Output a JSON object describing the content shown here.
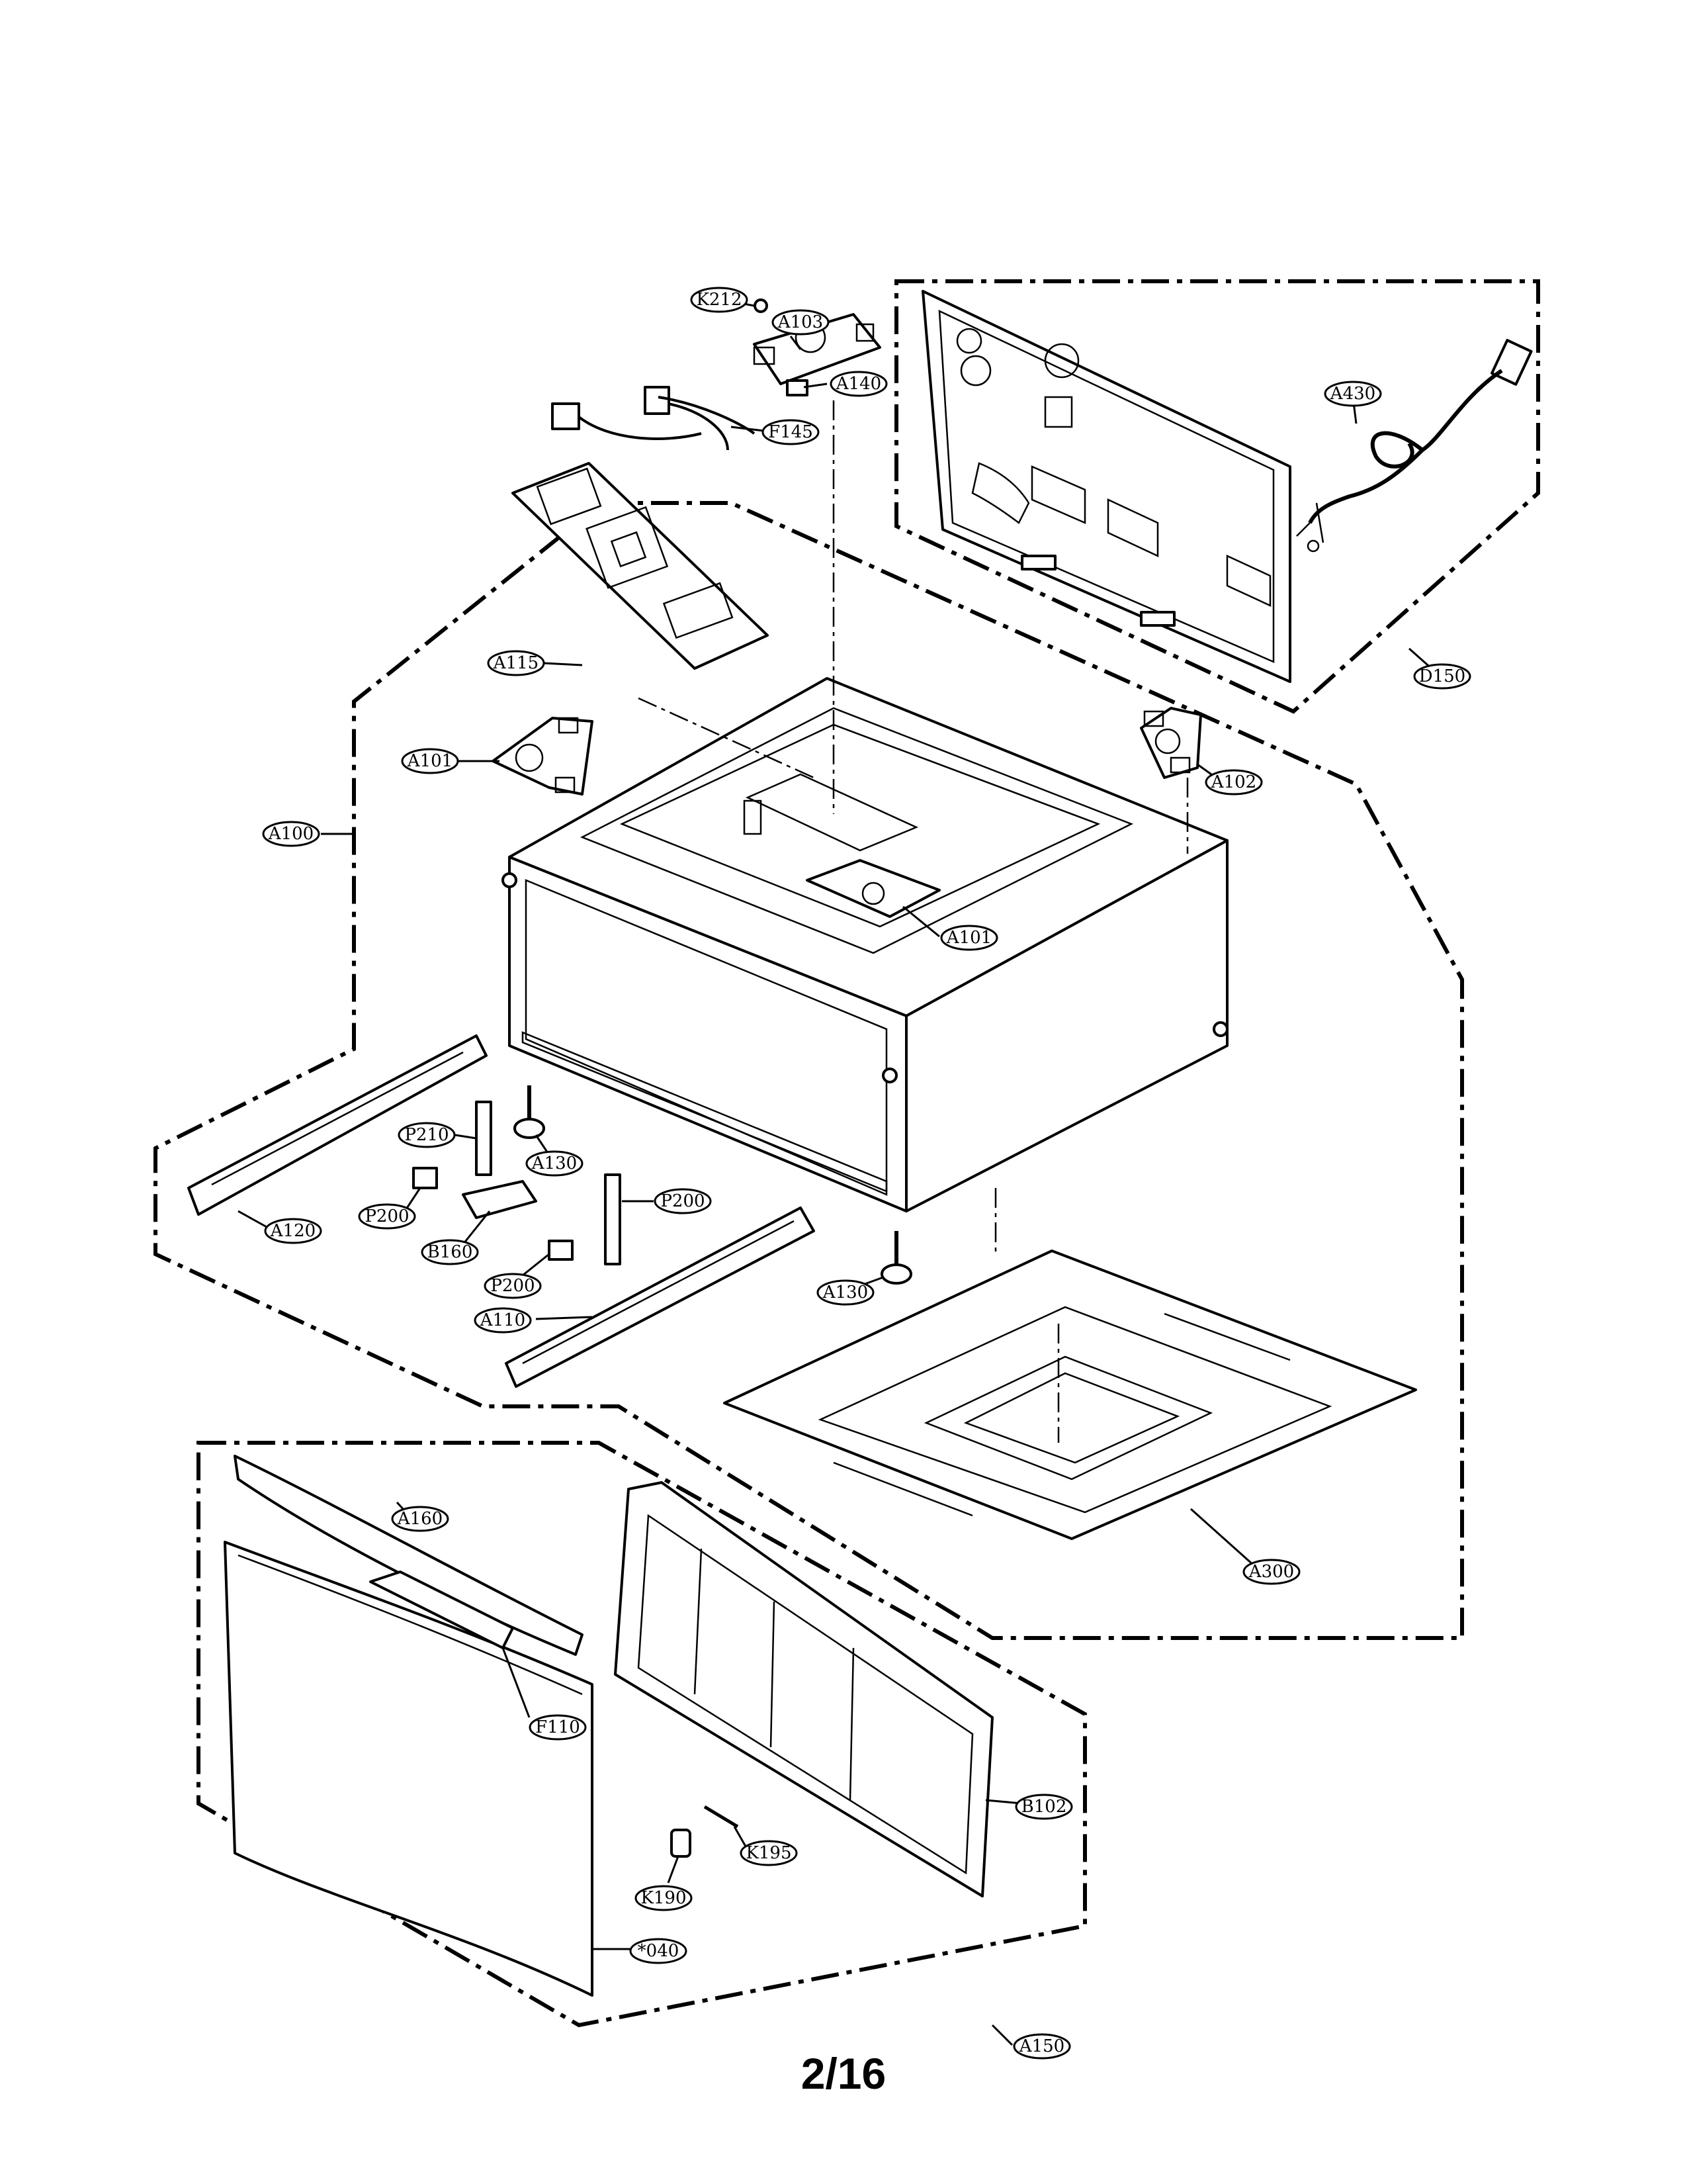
{
  "page": {
    "number": "2/16"
  },
  "callouts": [
    {
      "id": "F145"
    },
    {
      "id": "A430"
    },
    {
      "id": "D150"
    },
    {
      "id": "K212"
    },
    {
      "id": "A103"
    },
    {
      "id": "A140"
    },
    {
      "id": "A115"
    },
    {
      "id": "A101"
    },
    {
      "id": "A102"
    },
    {
      "id": "A100"
    },
    {
      "id": "A101"
    },
    {
      "id": "P210"
    },
    {
      "id": "A130"
    },
    {
      "id": "P200"
    },
    {
      "id": "P200"
    },
    {
      "id": "A120"
    },
    {
      "id": "B160"
    },
    {
      "id": "P200"
    },
    {
      "id": "A130"
    },
    {
      "id": "A110"
    },
    {
      "id": "A300"
    },
    {
      "id": "A160"
    },
    {
      "id": "F110"
    },
    {
      "id": "B102"
    },
    {
      "id": "K195"
    },
    {
      "id": "K190"
    },
    {
      "id": "*040"
    },
    {
      "id": "A150"
    }
  ],
  "groups": [
    {
      "id": "D150-group"
    },
    {
      "id": "A100-group"
    },
    {
      "id": "A150-group"
    }
  ]
}
